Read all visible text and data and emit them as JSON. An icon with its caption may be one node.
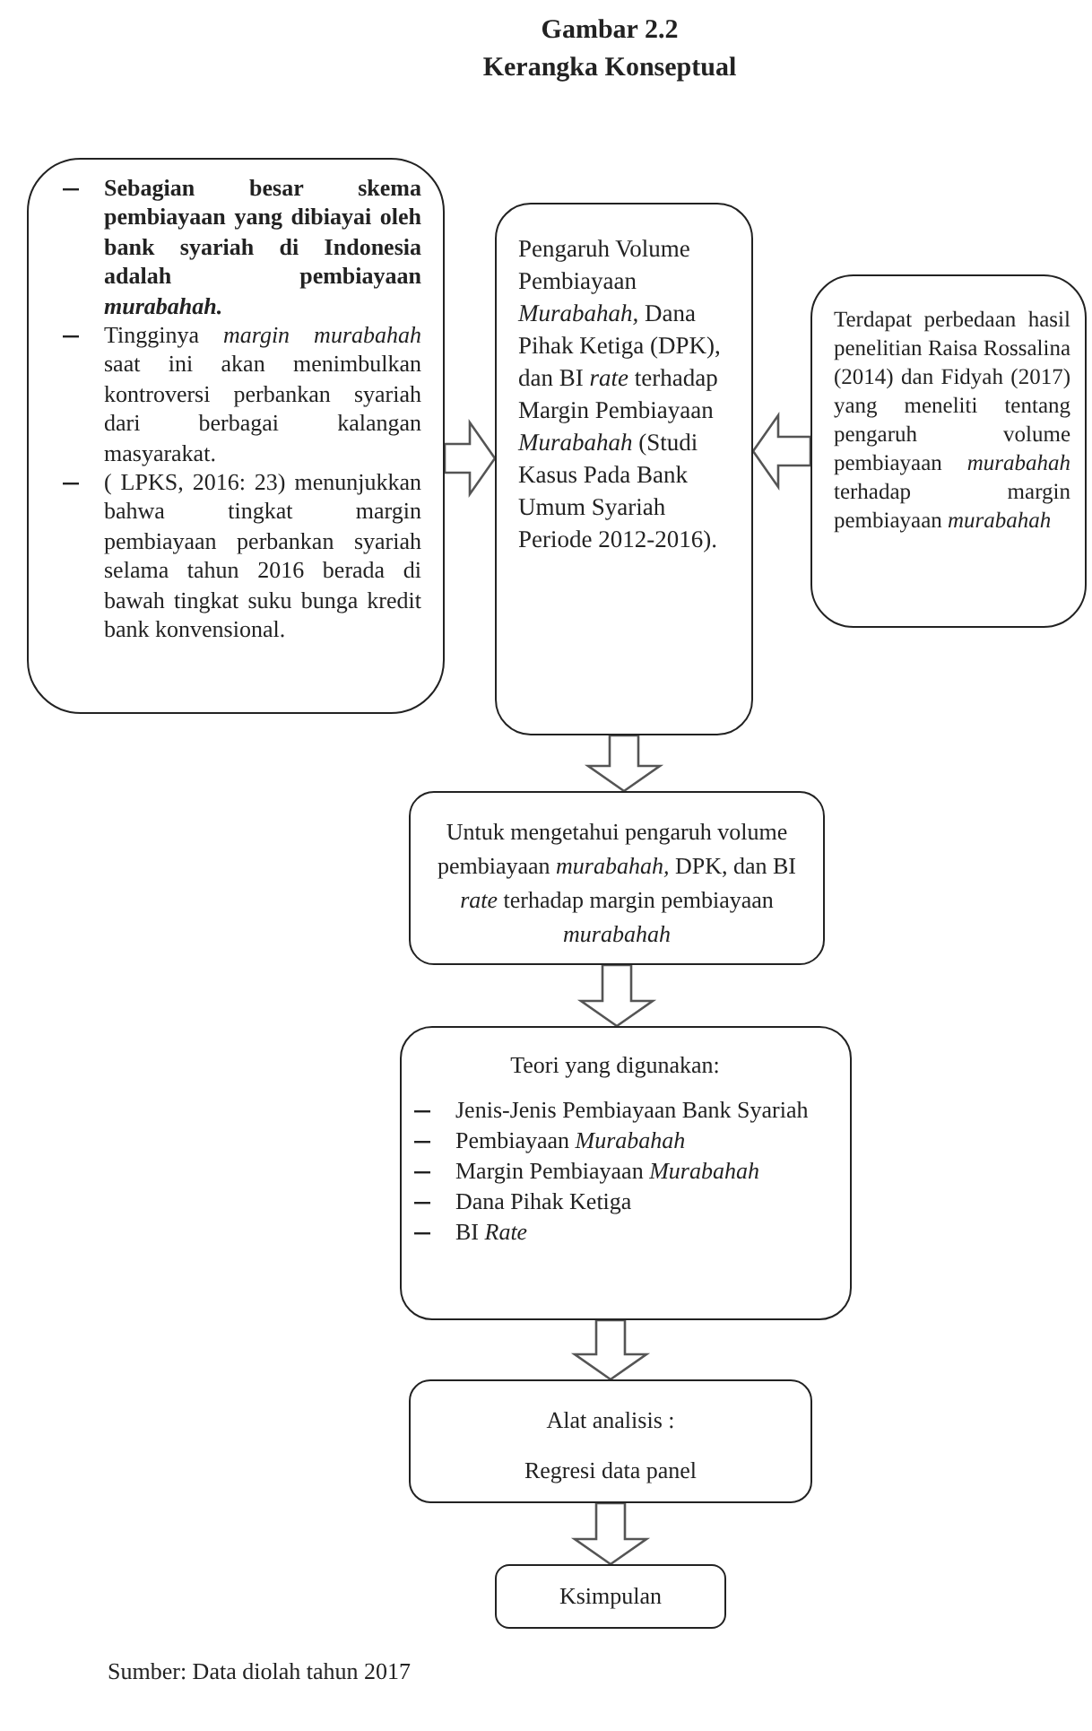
{
  "diagram": {
    "title": "Kerangka Konseptual",
    "nodes": [
      {
        "text": [
          "Sebagian besar skema pembiayaan yang dibiayai oleh bank syariah di Indonesia adalah pembiayaan *murabahah.*",
          "Tingginya *margin murabahah* saat ini akan menimbulkan kontroversi perbankan syariah dari berbagai kalangan masyarakat.",
          "( LPKS, 2016: 23) menunjukkan bahwa tingkat margin pembiayaan perbankan syariah selama tahun 2016 berada di bawah tingkat suku bunga kredit bank konvensional."
        ]
      },
      {
        "text": [
          "Pengaruh Volume Pembiayaan *Murabahah,* Dana Pihak Ketiga (DPK), dan BI *rate* terhadap Margin Pembiayaan *Murabahah* (Studi Kasus Pada Bank Umum Syariah Periode 2012-2016)."
        ]
      },
      {
        "text": [
          "Terdapat perbedaan hasil penelitian Raisa Rossalina (2014) dan Fidyah (2017) yang meneliti tentang pengaruh volume pembiayaan *murabahah* terhadap margin pembiayaan *murabahah*"
        ]
      },
      {
        "text": [
          "Untuk mengetahui pengaruh volume pembiayaan *murabahah,* DPK, dan BI *rate* terhadap margin pembiayaan *murabahah*"
        ]
      },
      {
        "text": [
          "Teori yang digunakan:",
          "Jenis-Jenis Pembiayaan Bank Syariah",
          "Pembiayaan *Murabahah*",
          "Margin Pembiayaan *Murabahah*",
          "Dana Pihak Ketiga",
          "BI *Rate*"
        ]
      },
      {
        "text": [
          "Alat analisis :",
          "Regresi data panel"
        ]
      },
      {
        "text": [
          "Ksimpulan"
        ]
      }
    ],
    "edges": [
      {
        "from": 0,
        "to": 1,
        "arrow": "to"
      },
      {
        "from": 2,
        "to": 1,
        "arrow": "to"
      },
      {
        "from": 1,
        "to": 3,
        "arrow": "to"
      },
      {
        "from": 3,
        "to": 4,
        "arrow": "to"
      },
      {
        "from": 4,
        "to": 5,
        "arrow": "to"
      },
      {
        "from": 5,
        "to": 6,
        "arrow": "to"
      }
    ],
    "labels": [
      "Gambar 2.2"
    ],
    "caption": "Sumber: Data diolah tahun 2017"
  }
}
